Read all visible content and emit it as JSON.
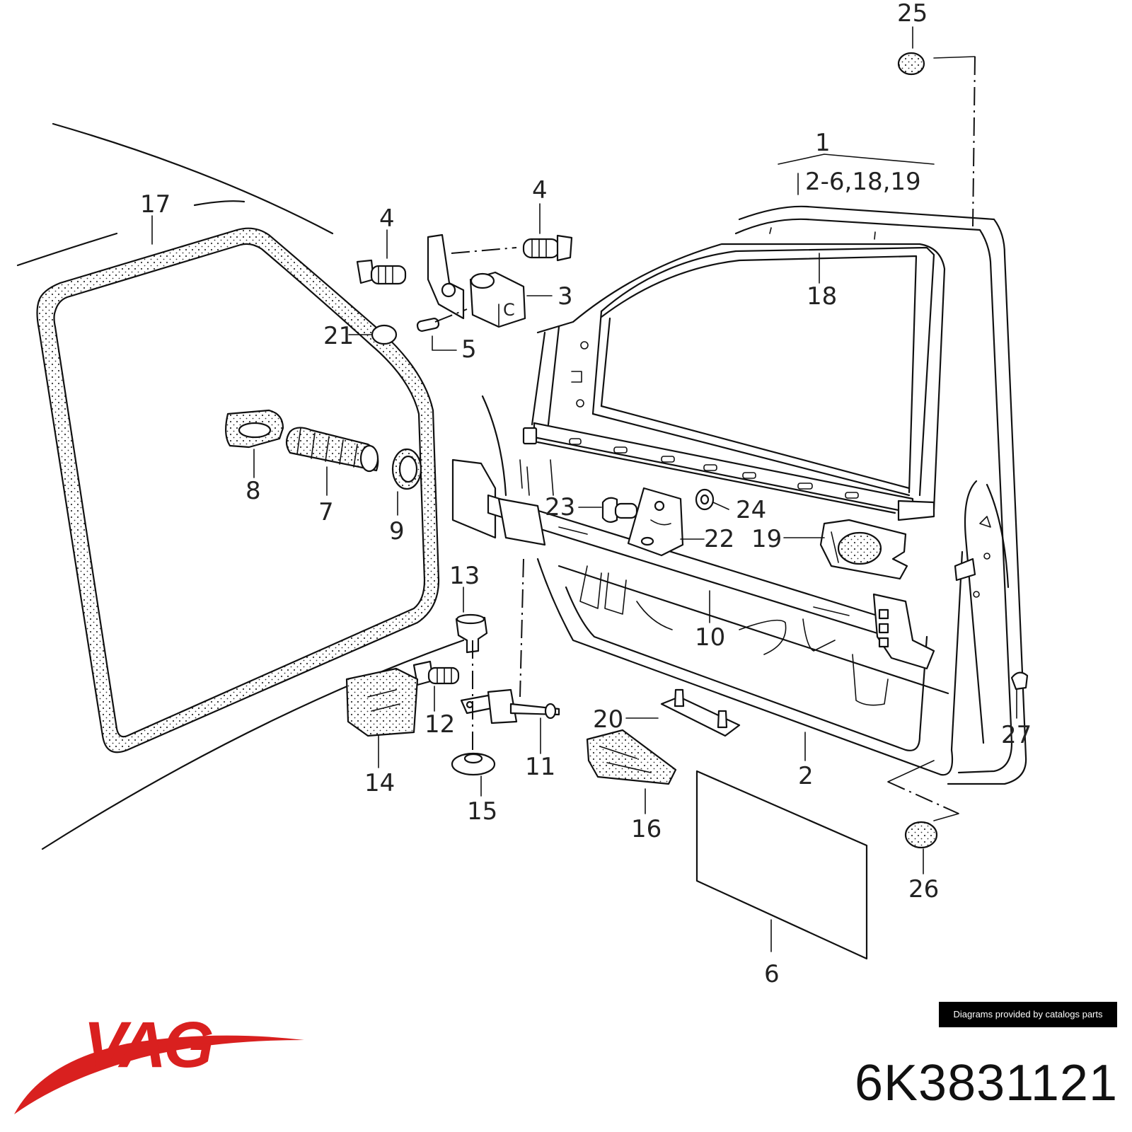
{
  "brand": {
    "name": "VAG",
    "color": "#d9201f"
  },
  "part_number": "6K3831121",
  "credit": "Diagrams provided by catalogs parts",
  "callouts": {
    "c1": "1",
    "c1_range": "2-6,18,19",
    "c2": "2",
    "c3": "3",
    "c4a": "4",
    "c4b": "4",
    "c5": "5",
    "c6": "6",
    "c7": "7",
    "c8": "8",
    "c9": "9",
    "c10": "10",
    "c11": "11",
    "c12": "12",
    "c13": "13",
    "c14": "14",
    "c15": "15",
    "c16": "16",
    "c17": "17",
    "c18": "18",
    "c19": "19",
    "c20": "20",
    "c21": "21",
    "c22": "22",
    "c23": "23",
    "c24": "24",
    "c25": "25",
    "c26": "26",
    "c27": "27"
  }
}
